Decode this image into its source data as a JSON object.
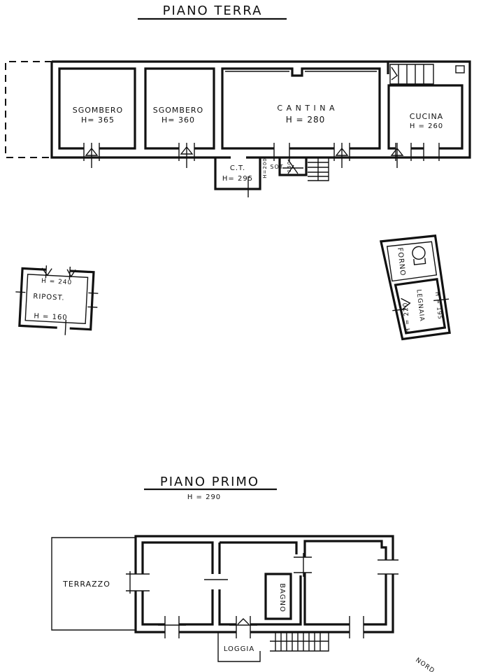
{
  "ground_floor": {
    "title": "PIANO TERRA",
    "rooms": {
      "sgombero1_name": "SGOMBERO",
      "sgombero1_height": "H= 365",
      "sgombero2_name": "SGOMBERO",
      "sgombero2_height": "H= 360",
      "cantina_name": "C A N T I N A",
      "cantina_height": "H = 280",
      "cucina_name": "CUCINA",
      "cucina_height": "H = 260",
      "ct_name": "C.T.",
      "ct_height": "H= 295",
      "sot_name": "SOT",
      "sot_height_left": "H=200",
      "sot_height_right": "150"
    }
  },
  "outbuildings": {
    "ripostiglio_name": "RIPOST.",
    "ripostiglio_height_top": "H = 240",
    "ripostiglio_height_bottom": "H = 160",
    "forno_name": "FORNO",
    "legnaia_name": "LEGNAIA",
    "legnaia_height_left": "H = 220",
    "legnaia_height_right": "H = 195"
  },
  "first_floor": {
    "title": "PIANO PRIMO",
    "height": "H = 290",
    "rooms": {
      "terrazzo": "TERRAZZO",
      "bagno": "BAGNO",
      "loggia": "LOGGIA"
    }
  },
  "compass": "NORD"
}
